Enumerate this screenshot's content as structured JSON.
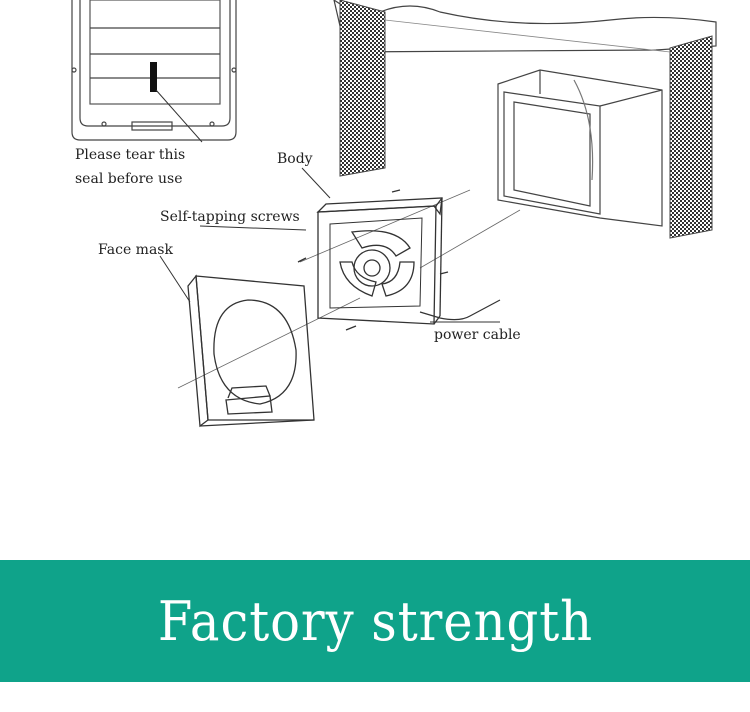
{
  "labels": {
    "seal": [
      "Please tear this",
      "seal before use"
    ],
    "body": "Body",
    "screws": "Self-tapping screws",
    "face_mask": "Face mask",
    "power_cable": "power cable"
  },
  "banner": {
    "title": "Factory strength",
    "color": "#0fa38a"
  }
}
